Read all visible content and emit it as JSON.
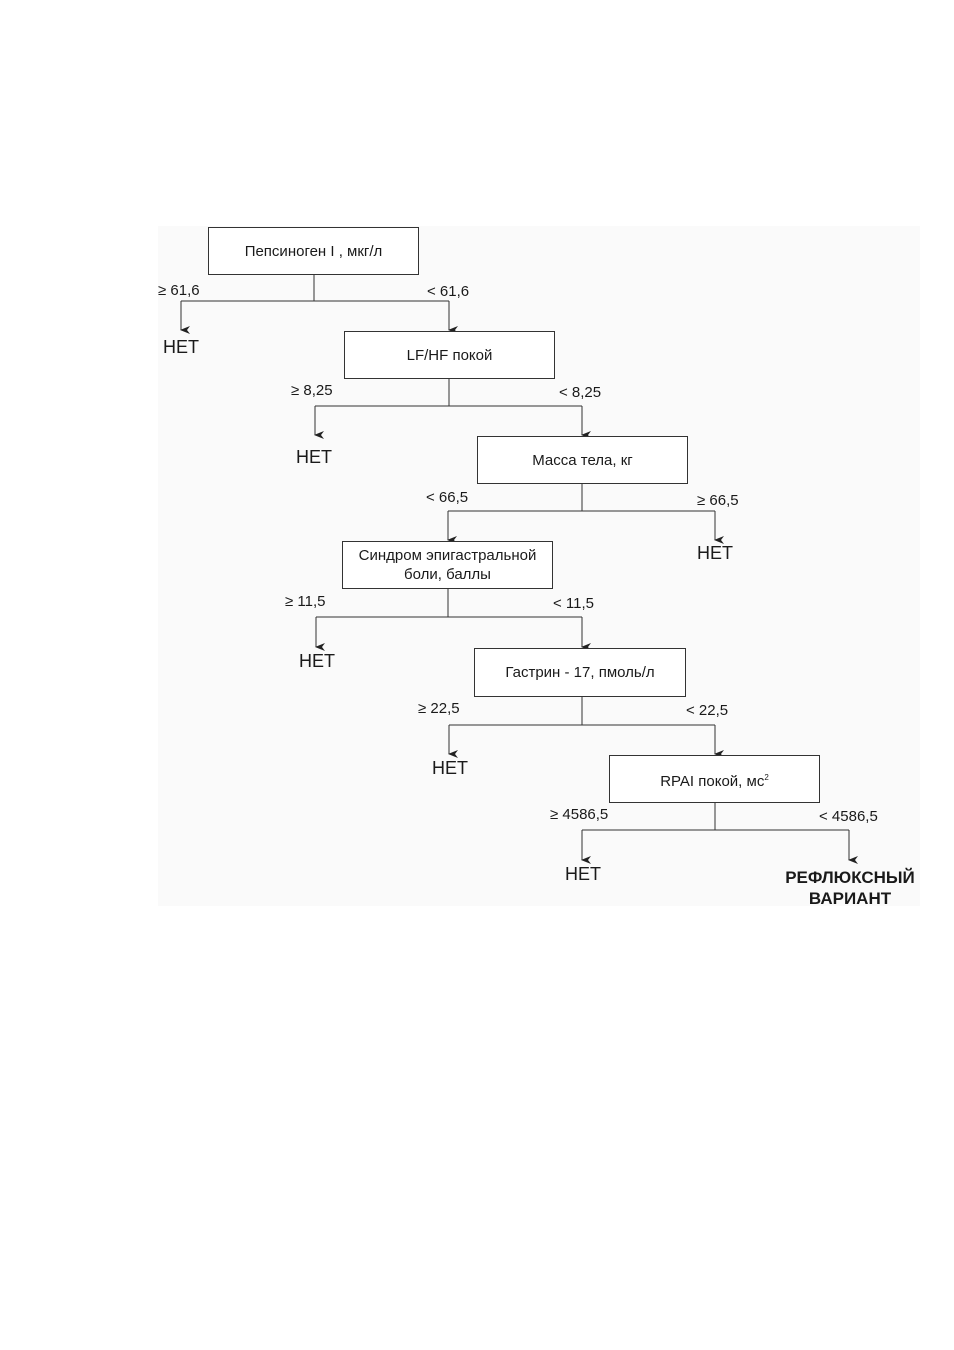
{
  "nodes": [
    {
      "id": "n1",
      "label": "Пепсиноген I , мкг/л"
    },
    {
      "id": "n2",
      "label": "LF/HF покой"
    },
    {
      "id": "n3",
      "label": "Масса тела, кг"
    },
    {
      "id": "n4",
      "label": "Синдром эпигастральной боли, баллы"
    },
    {
      "id": "n5",
      "label": "Гастрин - 17, пмоль/л"
    },
    {
      "id": "n6",
      "label": "RPAI покой, мс",
      "superscript": "2"
    }
  ],
  "conditions": [
    {
      "id": "c1l",
      "text": "≥ 61,6"
    },
    {
      "id": "c1r",
      "text": "< 61,6"
    },
    {
      "id": "c2l",
      "text": "≥ 8,25"
    },
    {
      "id": "c2r",
      "text": "< 8,25"
    },
    {
      "id": "c3l",
      "text": "< 66,5"
    },
    {
      "id": "c3r",
      "text": "≥ 66,5"
    },
    {
      "id": "c4l",
      "text": "≥ 11,5"
    },
    {
      "id": "c4r",
      "text": "< 11,5"
    },
    {
      "id": "c5l",
      "text": "≥ 22,5"
    },
    {
      "id": "c5r",
      "text": "< 22,5"
    },
    {
      "id": "c6l",
      "text": "≥ 4586,5"
    },
    {
      "id": "c6r",
      "text": "< 4586,5"
    }
  ],
  "outcomes": [
    "НЕТ",
    "НЕТ",
    "НЕТ",
    "НЕТ",
    "НЕТ",
    "НЕТ"
  ],
  "final": {
    "line1": "РЕФЛЮКСНЫЙ",
    "line2": "ВАРИАНТ"
  }
}
